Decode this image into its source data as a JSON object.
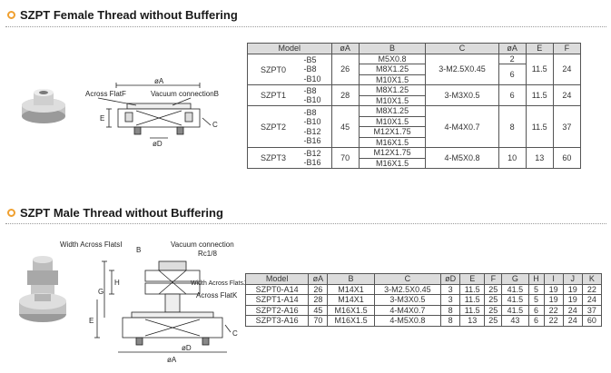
{
  "section1": {
    "title": "SZPT Female Thread without Buffering",
    "diagram_labels": {
      "across_flat": "Across FlatF",
      "vacuum_connection": "Vacuum connectionB",
      "dia_a": "øA",
      "dia_d": "øD",
      "e": "E",
      "c": "C"
    },
    "table": {
      "headers": [
        "Model",
        "øA",
        "B",
        "C",
        "øA",
        "E",
        "F"
      ],
      "groups": [
        {
          "model": "SZPT0",
          "suffixes": [
            "-B5",
            "-B8",
            "-B10"
          ],
          "dia_a": "26",
          "b": [
            "M5X0.8",
            "M8X1.25",
            "M10X1.5"
          ],
          "c": "3-M2.5X0.45",
          "dia_a2": [
            "2",
            "6"
          ],
          "e": "11.5",
          "f": "24"
        },
        {
          "model": "SZPT1",
          "suffixes": [
            "-B8",
            "-B10"
          ],
          "dia_a": "28",
          "b": [
            "M8X1.25",
            "M10X1.5"
          ],
          "c": "3-M3X0.5",
          "dia_a2": [
            "6"
          ],
          "e": "11.5",
          "f": "24"
        },
        {
          "model": "SZPT2",
          "suffixes": [
            "-B8",
            "-B10",
            "-B12",
            "-B16"
          ],
          "dia_a": "45",
          "b": [
            "M8X1.25",
            "M10X1.5",
            "M12X1.75",
            "M16X1.5"
          ],
          "c": "4-M4X0.7",
          "dia_a2": [
            "8"
          ],
          "e": "11.5",
          "f": "37"
        },
        {
          "model": "SZPT3",
          "suffixes": [
            "-B12",
            "-B16"
          ],
          "dia_a": "70",
          "b": [
            "M12X1.75",
            "M16X1.5"
          ],
          "c": "4-M5X0.8",
          "dia_a2": [
            "10"
          ],
          "e": "13",
          "f": "60"
        }
      ]
    }
  },
  "section2": {
    "title": "SZPT Male Thread without Buffering",
    "diagram_labels": {
      "width_across_flats_i": "Width Across FlatsI",
      "b": "B",
      "vacuum_connection": "Vacuum connection",
      "rc": "Rc1/8",
      "width_across_flats_j": "Width Across FlatsJ",
      "across_flat_k": "Across FlatK",
      "h": "H",
      "g": "G",
      "e": "E",
      "c": "C",
      "dia_a": "øA",
      "dia_d": "øD"
    },
    "table": {
      "headers": [
        "Model",
        "øA",
        "B",
        "C",
        "øD",
        "E",
        "F",
        "G",
        "H",
        "I",
        "J",
        "K"
      ],
      "rows": [
        [
          "SZPT0-A14",
          "26",
          "M14X1",
          "3-M2.5X0.45",
          "3",
          "11.5",
          "25",
          "41.5",
          "5",
          "19",
          "19",
          "22"
        ],
        [
          "SZPT1-A14",
          "28",
          "M14X1",
          "3-M3X0.5",
          "3",
          "11.5",
          "25",
          "41.5",
          "5",
          "19",
          "19",
          "24"
        ],
        [
          "SZPT2-A16",
          "45",
          "M16X1.5",
          "4-M4X0.7",
          "8",
          "11.5",
          "25",
          "41.5",
          "6",
          "22",
          "24",
          "37"
        ],
        [
          "SZPT3-A16",
          "70",
          "M16X1.5",
          "4-M5X0.8",
          "8",
          "13",
          "25",
          "43",
          "6",
          "22",
          "24",
          "60"
        ]
      ]
    }
  }
}
